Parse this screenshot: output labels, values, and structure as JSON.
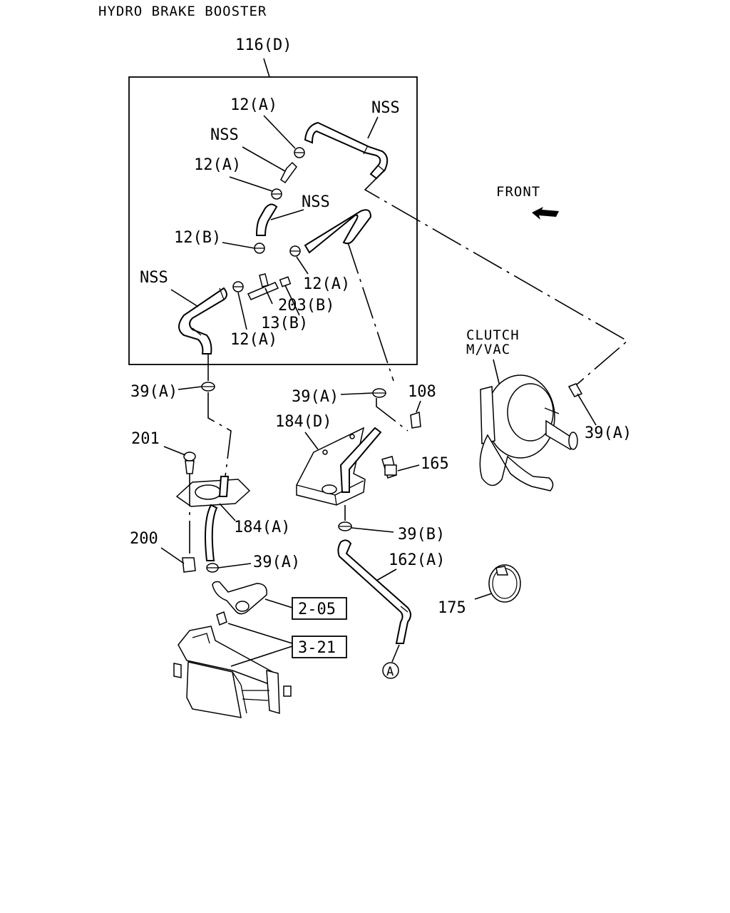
{
  "title": "HYDRO BRAKE BOOSTER",
  "front_label": "FRONT",
  "clutch_label": [
    "CLUTCH",
    "M/VAC"
  ],
  "callouts": {
    "c116d": "116(D)",
    "c12a_1": "12(A)",
    "nss_1": "NSS",
    "nss_2": "NSS",
    "c12a_2": "12(A)",
    "nss_3": "NSS",
    "c12b": "12(B)",
    "c12a_3": "12(A)",
    "nss_4": "NSS",
    "c203b": "203(B)",
    "c13b": "13(B)",
    "c12a_4": "12(A)",
    "c39a_1": "39(A)",
    "c39a_2": "39(A)",
    "c108": "108",
    "c184d": "184(D)",
    "c201": "201",
    "c165": "165",
    "c39a_3": "39(A)",
    "c184a": "184(A)",
    "c39b": "39(B)",
    "c200": "200",
    "c39a_4": "39(A)",
    "c162a": "162(A)",
    "c175": "175",
    "connector_a": "A"
  },
  "reference_boxes": {
    "ref_2_05": "2-05",
    "ref_3_21": "3-21"
  }
}
